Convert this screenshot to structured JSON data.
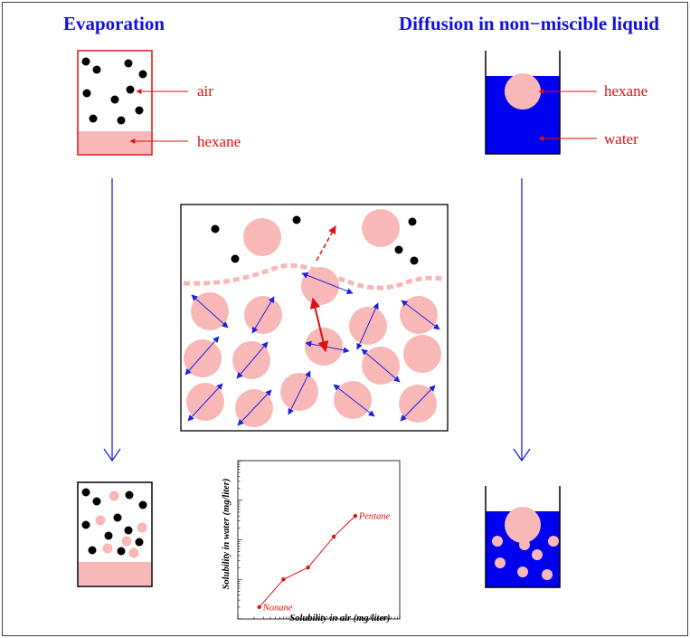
{
  "titles": {
    "left": "Evaporation",
    "right": "Diffusion in non−miscible liquid"
  },
  "labels": {
    "evap_air": "air",
    "evap_hexane": "hexane",
    "diff_hexane": "hexane",
    "diff_water": "water"
  },
  "colors": {
    "title_blue": "#1010e0",
    "label_red": "#e01010",
    "molecule_pink": "#f8b8b8",
    "particle_black": "#000000",
    "water_blue": "#0000f0",
    "arrow_blue": "#2020e0",
    "frame": "#000000"
  },
  "icons": {
    "flow_arrow": "down-arrow-icon",
    "pointer_arrow": "left-arrow-icon",
    "vibration_arrow": "double-headed-arrow-icon"
  },
  "chart_data": {
    "type": "line",
    "xlabel": "Solubility in air (mg/liter)",
    "ylabel": "Solubility in water (mg/liter)",
    "xscale": "log",
    "yscale": "log",
    "xlim": [
      1,
      1000
    ],
    "ylim": [
      0.1,
      1000
    ],
    "points": [
      {
        "x": 2.5,
        "y": 0.2,
        "label": "Nonane"
      },
      {
        "x": 7,
        "y": 1.0,
        "label": ""
      },
      {
        "x": 20,
        "y": 2.0,
        "label": ""
      },
      {
        "x": 60,
        "y": 12,
        "label": ""
      },
      {
        "x": 150,
        "y": 40,
        "label": "Pentane"
      }
    ],
    "line_color": "#e01010",
    "grid": false
  }
}
